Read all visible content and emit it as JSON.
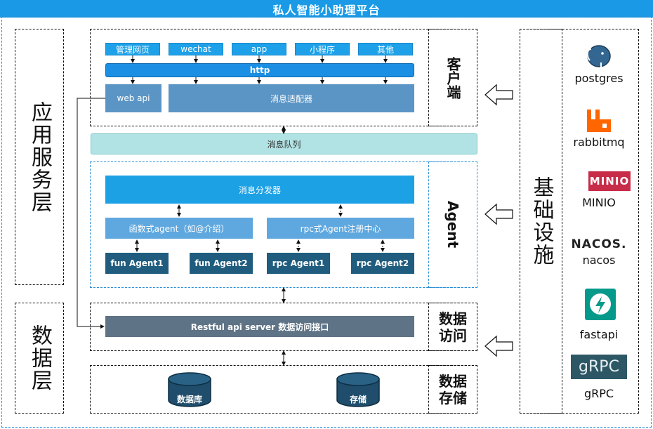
{
  "title": "私人智能小助理平台",
  "layers": {
    "app_service": "应用服务层",
    "data": "数据层",
    "infrastructure": "基础设施"
  },
  "sections": {
    "client": "客户端",
    "agent": "Agent",
    "data_access": "数据访问",
    "data_storage": "数据存储"
  },
  "client": {
    "channels": [
      "管理网页",
      "wechat",
      "app",
      "小程序",
      "其他"
    ],
    "http": "http",
    "web_api": "web api",
    "adapter": "消息适配器"
  },
  "message_queue": "消息队列",
  "agent": {
    "dispatcher": "消息分发器",
    "function_agent": "函数式agent（如@介绍）",
    "rpc_registry": "rpc式Agent注册中心",
    "agents": [
      "fun Agent1",
      "fun Agent2",
      "rpc Agent1",
      "rpc Agent2"
    ]
  },
  "data_access": {
    "restful": "Restful api server 数据访问接口"
  },
  "data_storage": {
    "database": "数据库",
    "storage": "存储"
  },
  "infrastructure": {
    "items": [
      {
        "name": "postgres",
        "icon": "postgres-elephant-icon"
      },
      {
        "name": "rabbitmq",
        "icon": "rabbitmq-icon"
      },
      {
        "name": "MINIO",
        "icon": "minio-logo"
      },
      {
        "name": "nacos",
        "icon": "nacos-logo"
      },
      {
        "name": "fastapi",
        "icon": "fastapi-icon"
      },
      {
        "name": "gRPC",
        "icon": "grpc-logo"
      }
    ],
    "logo_texts": {
      "minio": "MINIO",
      "nacos": "NACOS.",
      "grpc": "gRPC"
    }
  },
  "colors": {
    "title_bar": "#1a9ae6",
    "client_button": "#1ea1e8",
    "http_bar": "#1a8fe3",
    "adapter": "#5b95c5",
    "message_queue": "#b2e3e4",
    "dispatcher": "#1da1e5",
    "agent_mid": "#5fa8df",
    "agent_dark": "#1f5c7e",
    "restful": "#5f7386",
    "db": "#1f4d6b",
    "rabbitmq": "#ff6600",
    "minio": "#c72c48",
    "fastapi": "#05998b",
    "grpc": "#244c5a",
    "postgres": "#336791"
  }
}
